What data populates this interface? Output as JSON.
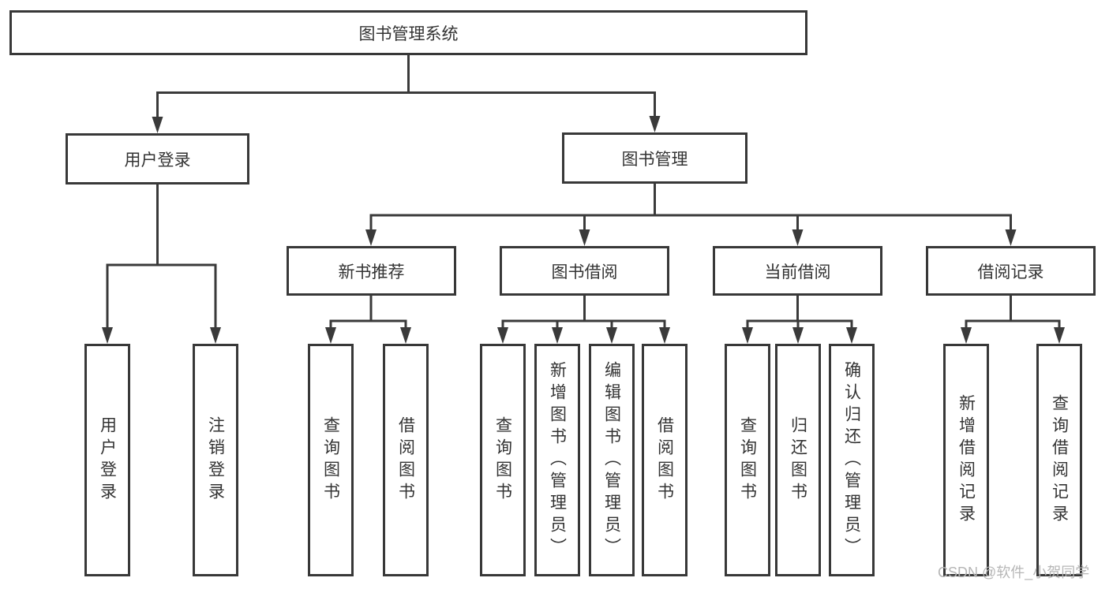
{
  "diagram": {
    "root": {
      "label": "图书管理系统"
    },
    "branches": [
      {
        "label": "用户登录",
        "children": [
          {
            "label": "用户登录"
          },
          {
            "label": "注销登录"
          }
        ]
      },
      {
        "label": "图书管理",
        "children": [
          {
            "label": "新书推荐",
            "children": [
              {
                "label": "查询图书"
              },
              {
                "label": "借阅图书"
              }
            ]
          },
          {
            "label": "图书借阅",
            "children": [
              {
                "label": "查询图书"
              },
              {
                "label": "新增图书（管理员）"
              },
              {
                "label": "编辑图书（管理员）"
              },
              {
                "label": "借阅图书"
              }
            ]
          },
          {
            "label": "当前借阅",
            "children": [
              {
                "label": "查询图书"
              },
              {
                "label": "归还图书"
              },
              {
                "label": "确认归还（管理员）"
              }
            ]
          },
          {
            "label": "借阅记录",
            "children": [
              {
                "label": "新增借阅记录"
              },
              {
                "label": "查询借阅记录"
              }
            ]
          }
        ]
      }
    ]
  },
  "watermark": {
    "text": "CSDN @软件_小贺同学"
  },
  "colors": {
    "line": "#3a3a3a",
    "box_border": "#383838",
    "box_background": "#ffffff",
    "text": "#333333",
    "watermark": "#b6b6b6",
    "page_background": "#ffffff"
  }
}
